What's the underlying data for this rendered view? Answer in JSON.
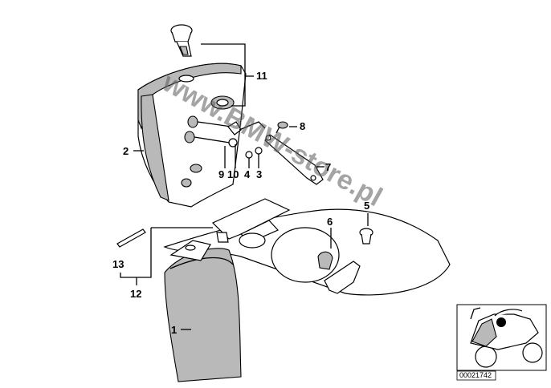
{
  "callouts": {
    "p1": "1",
    "p2": "2",
    "p3": "3",
    "p4": "4",
    "p5": "5",
    "p6": "6",
    "p7": "7",
    "p8": "8",
    "p9": "9",
    "p10": "10",
    "p11": "11",
    "p12": "12",
    "p13": "13"
  },
  "watermark": "www.BMW-store.pl",
  "thumbnail": {
    "code": "00021742"
  }
}
